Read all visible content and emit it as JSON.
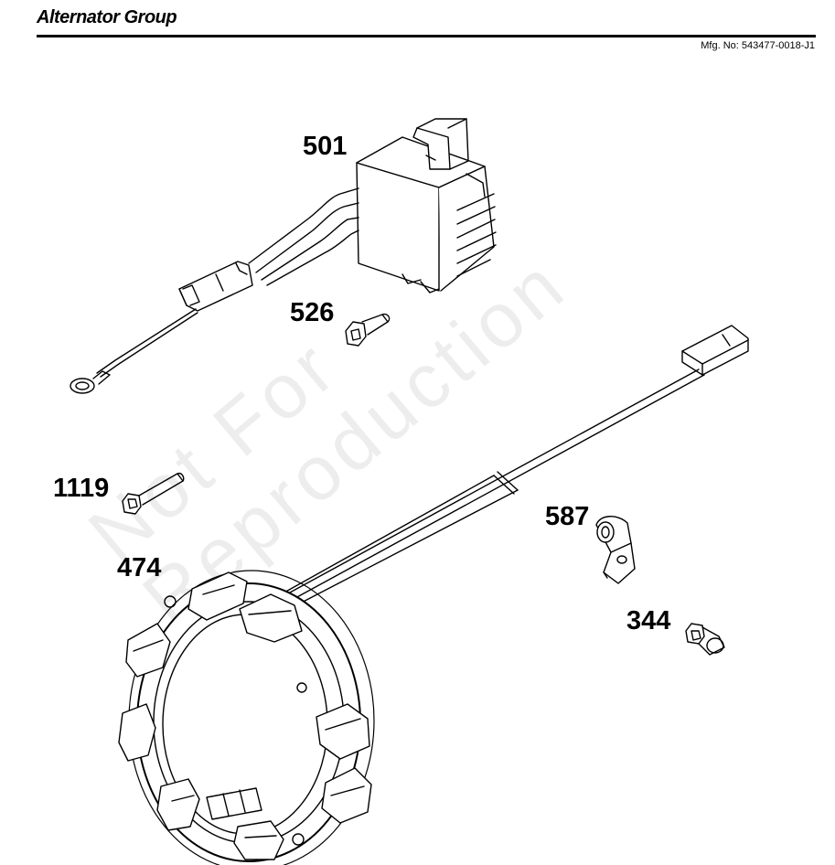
{
  "header": {
    "title": "Alternator Group",
    "mfg_number": "Mfg. No: 543477-0018-J1"
  },
  "watermark": {
    "line1": "Not For",
    "line2": "Reproduction"
  },
  "callouts": {
    "regulator": "501",
    "regulator_bolt": "526",
    "stator_bolt": "1119",
    "stator": "474",
    "clamp": "587",
    "clamp_screw": "344"
  }
}
